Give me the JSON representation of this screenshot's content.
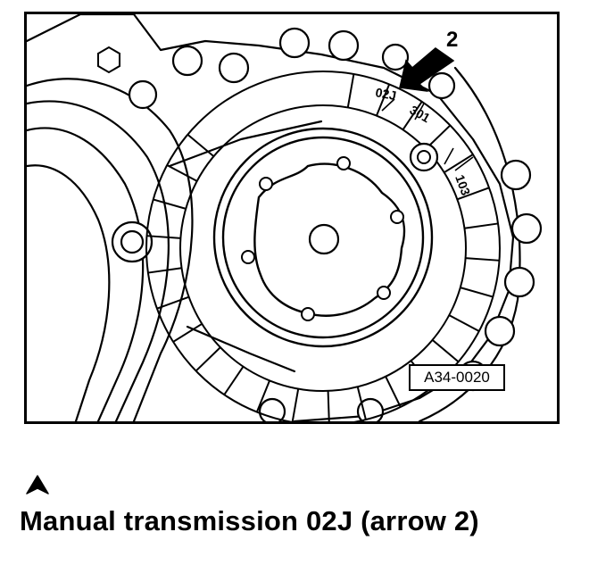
{
  "figure": {
    "arrow_number": "2",
    "scale_marks": [
      "02J",
      "301",
      "103"
    ],
    "reference_code": "A34-0020"
  },
  "caption": {
    "marker_icon": "triangle-pointer-icon",
    "text": "Manual transmission 02J (arrow 2)"
  },
  "colors": {
    "ink": "#000000",
    "paper": "#ffffff"
  }
}
